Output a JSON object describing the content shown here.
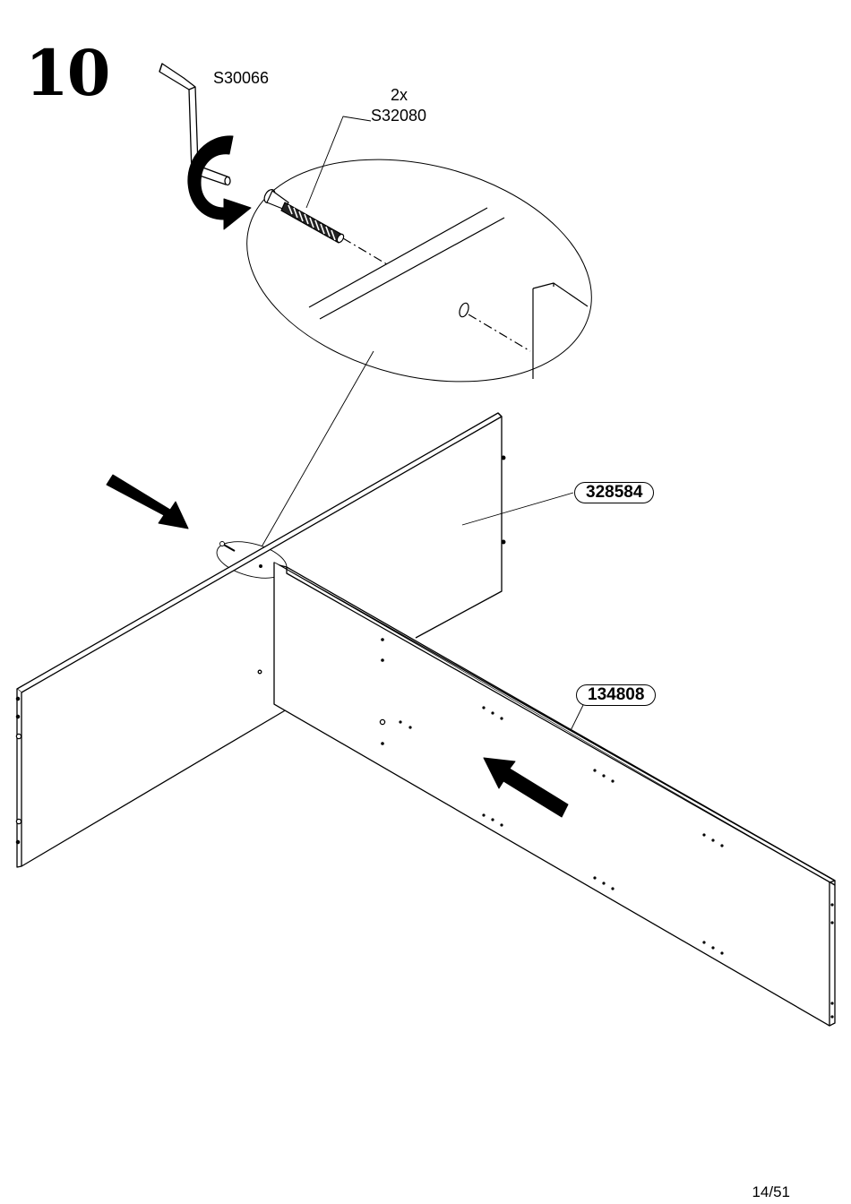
{
  "step": {
    "number": "10"
  },
  "parts": {
    "hex_key": {
      "code": "S30066"
    },
    "screw": {
      "quantity": "2x",
      "code": "S32080"
    }
  },
  "panels": {
    "back_panel": {
      "code": "328584"
    },
    "front_panel": {
      "code": "134808"
    }
  },
  "footer": {
    "page": "14/51"
  },
  "icons": [
    "hex-key-icon",
    "rotation-arrow-icon",
    "screw-icon",
    "direction-arrow-icon"
  ]
}
